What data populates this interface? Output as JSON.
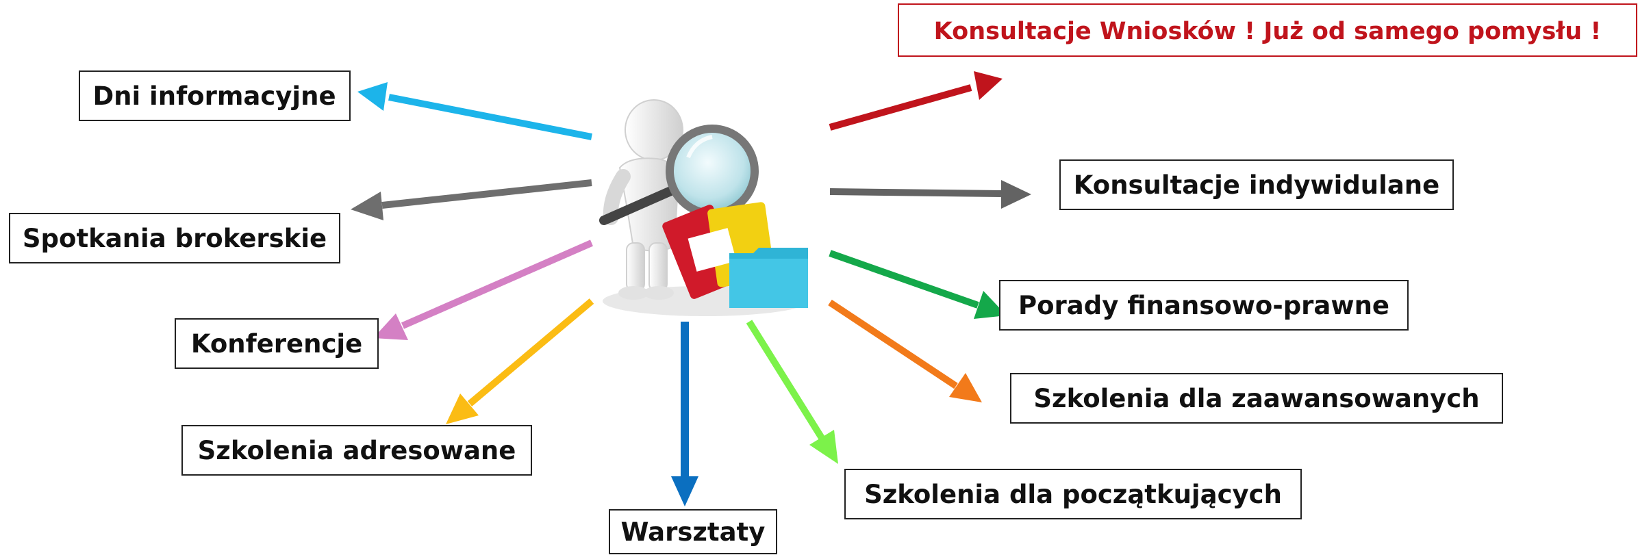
{
  "nodes": [
    {
      "id": "konsultacje-wnioskow",
      "text": "Konsultacje  Wniosków ! Już od samego pomysłu !",
      "color": "#c0141c"
    },
    {
      "id": "dni-informacyjne",
      "text": "Dni informacyjne",
      "color": "#1cb4ea"
    },
    {
      "id": "konsultacje-indywidualne",
      "text": "Konsultacje indywidulane",
      "color": "#636363"
    },
    {
      "id": "spotkania-brokerskie",
      "text": "Spotkania brokerskie",
      "color": "#6e6e6e"
    },
    {
      "id": "porady-finansowo-prawne",
      "text": "Porady finansowo-prawne",
      "color": "#14a84a"
    },
    {
      "id": "konferencje",
      "text": "Konferencje",
      "color": "#d480c4"
    },
    {
      "id": "szkolenia-zaawansowani",
      "text": "Szkolenia  dla zaawansowanych",
      "color": "#f27a1a"
    },
    {
      "id": "szkolenia-adresowane",
      "text": "Szkolenia adresowane",
      "color": "#fbbc14"
    },
    {
      "id": "szkolenia-poczatkujacy",
      "text": "Szkolenia dla początkujących",
      "color": "#7cf24a"
    },
    {
      "id": "warsztaty",
      "text": "Warsztaty",
      "color": "#0b6fc0"
    }
  ]
}
